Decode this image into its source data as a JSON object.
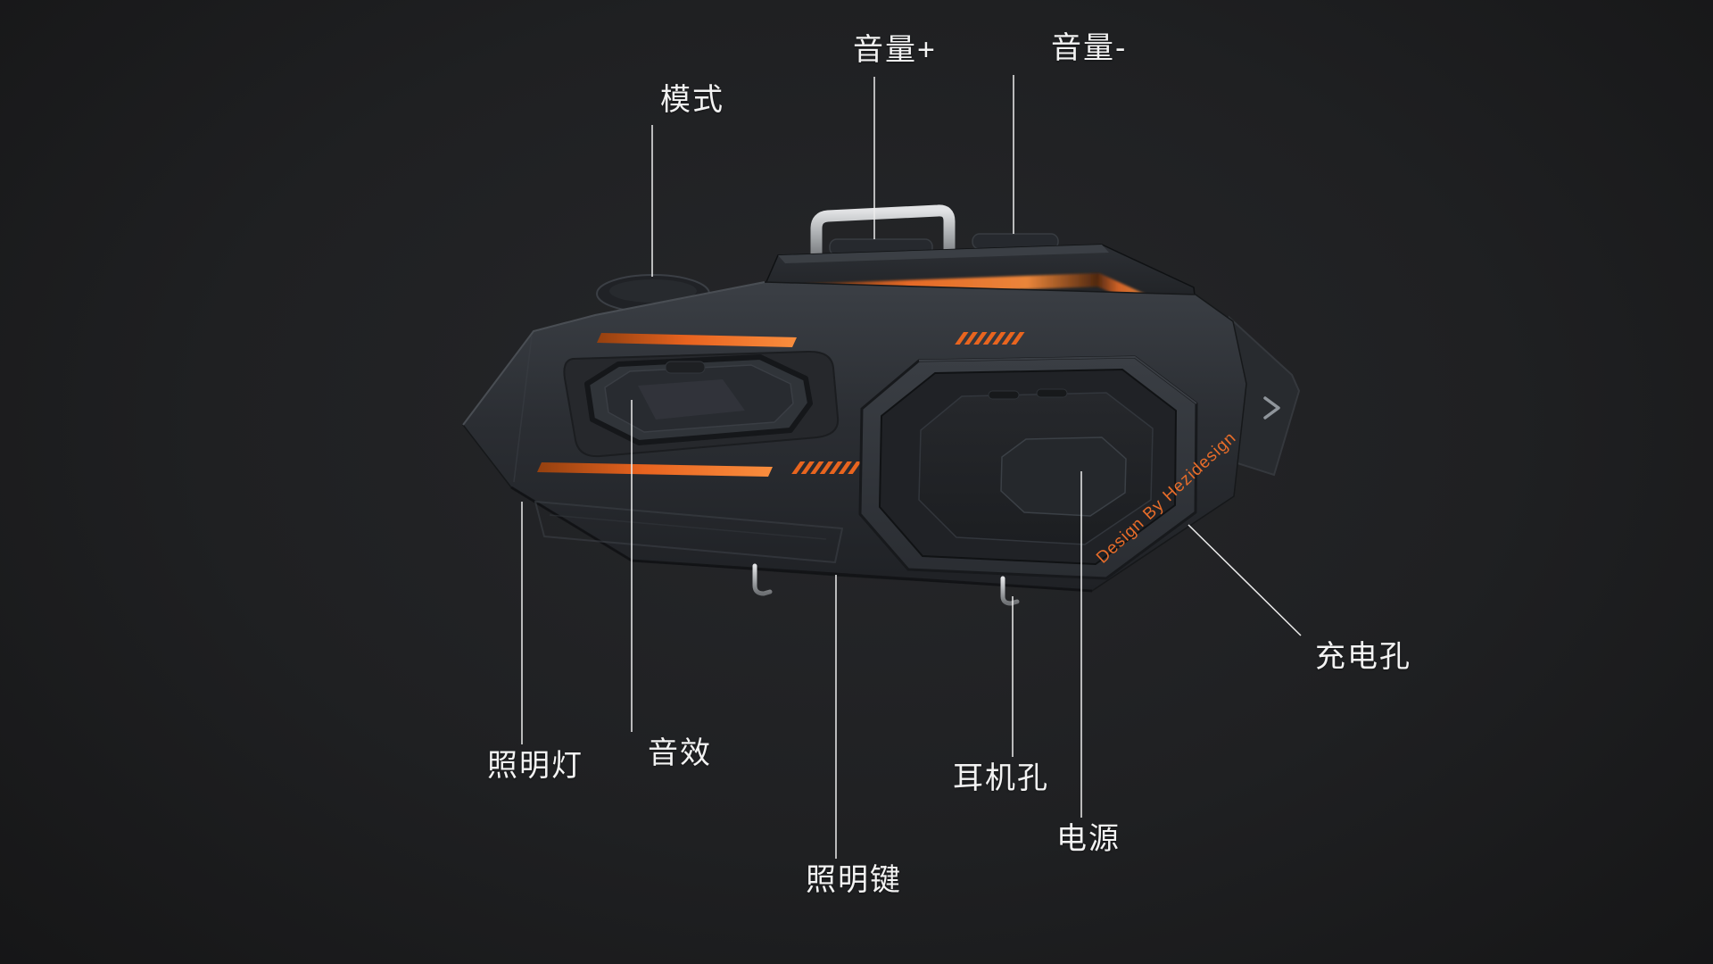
{
  "background": {
    "color": "#1f2022"
  },
  "device": {
    "name": "helmet-intercom-headset",
    "brand_text": "Design By Hezidesign",
    "accent_color": "#ec6a28",
    "body_color": "#2c2f34",
    "label_color": "#f3f3f3"
  },
  "callouts": {
    "mode": {
      "label": "模式"
    },
    "volume_up": {
      "label": "音量+"
    },
    "volume_down": {
      "label": "音量-"
    },
    "charging_port": {
      "label": "充电孔"
    },
    "light_lamp": {
      "label": "照明灯"
    },
    "sound_effect": {
      "label": "音效"
    },
    "light_button": {
      "label": "照明键"
    },
    "earphone_jack": {
      "label": "耳机孔"
    },
    "power": {
      "label": "电源"
    }
  }
}
